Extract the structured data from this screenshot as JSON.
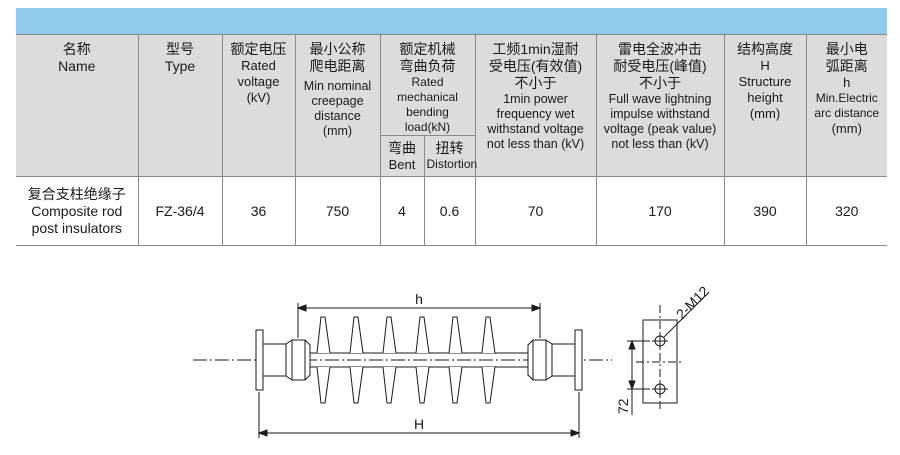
{
  "table": {
    "headers": {
      "name": {
        "zh": "名称",
        "en": "Name"
      },
      "type": {
        "zh": "型号",
        "en": "Type"
      },
      "rated_voltage": {
        "zh": "额定电压",
        "en1": "Rated",
        "en2": "voltage",
        "unit": "(kV)"
      },
      "creepage": {
        "zh1": "最小公称",
        "zh2": "爬电距离",
        "en1": "Min nominal",
        "en2": "creepage",
        "en3": "distance",
        "unit": "(mm)"
      },
      "bending_load": {
        "zh1": "额定机械",
        "zh2": "弯曲负荷",
        "en1": "Rated",
        "en2": "mechanical",
        "en3": "bending load(kN)"
      },
      "bent": {
        "zh": "弯曲",
        "en": "Bent"
      },
      "distortion": {
        "zh": "扭转",
        "en": "Distortion"
      },
      "power_freq": {
        "zh1": "工频1min湿耐",
        "zh2": "受电压(有效值)",
        "zh3": "不小于",
        "en1": "1min power",
        "en2": "frequency wet",
        "en3": "withstand voltage",
        "en4": "not less than (kV)"
      },
      "lightning": {
        "zh1": "雷电全波冲击",
        "zh2": "耐受电压(峰值)",
        "zh3": "不小于",
        "en1": "Full wave lightning",
        "en2": "impulse withstand",
        "en3": "voltage (peak value)",
        "en4": "not less than (kV)"
      },
      "structure_height": {
        "zh": "结构高度",
        "sym": "H",
        "en1": "Structure",
        "en2": "height",
        "unit": "(mm)"
      },
      "arc_distance": {
        "zh1": "最小电",
        "zh2": "弧距离",
        "sym": "h",
        "en1": "Min.Electric",
        "en2": "arc distance",
        "unit": "(mm)"
      }
    },
    "rows": [
      {
        "name_zh": "复合支柱绝缘子",
        "name_en1": "Composite rod",
        "name_en2": "post insulators",
        "type": "FZ-36/4",
        "rated_voltage": "36",
        "creepage": "750",
        "bent": "4",
        "distortion": "0.6",
        "power_freq": "70",
        "lightning": "170",
        "structure_height": "390",
        "arc_distance": "320"
      }
    ]
  },
  "drawing": {
    "dim_h": "h",
    "dim_H": "H",
    "bolt_label": "2-M12",
    "bolt_spacing": "72"
  },
  "colors": {
    "header_bar": "#8fcaea",
    "header_bg": "#dcdcdc",
    "grid": "#8a8a8a"
  }
}
